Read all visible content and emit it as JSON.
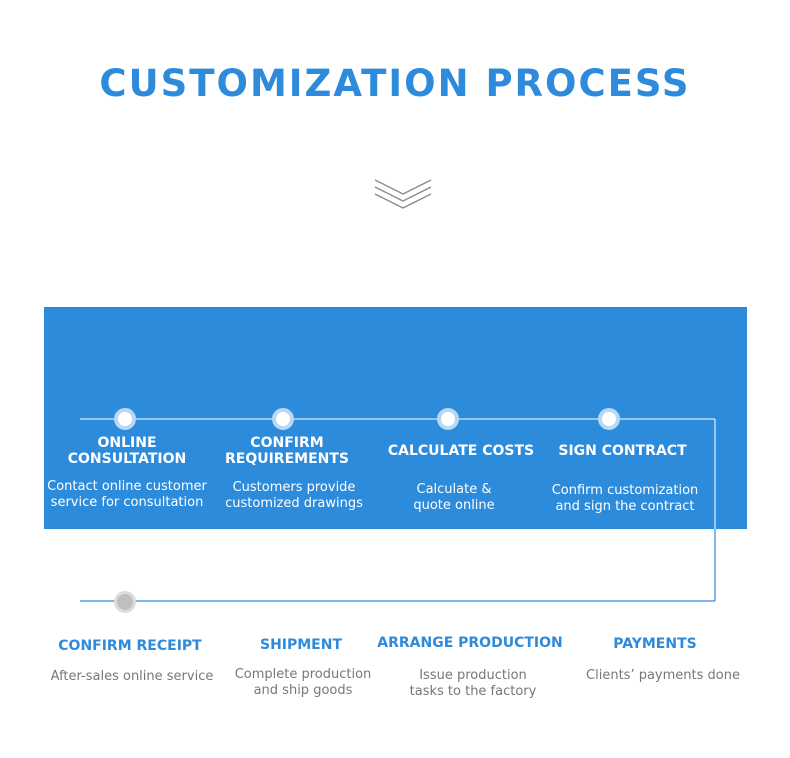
{
  "header": {
    "title": "CUSTOMIZATION PROCESS"
  },
  "colors": {
    "accent": "#2d8bdb",
    "text_muted": "#777777",
    "background": "#ffffff"
  },
  "icons": {
    "divider": "triple-chevron-down-icon"
  },
  "steps_top": [
    {
      "title_line1": "ONLINE",
      "title_line2": "CONSULTATION",
      "desc_line1": "Contact online customer",
      "desc_line2": "service for consultation"
    },
    {
      "title_line1": "CONFIRM",
      "title_line2": "REQUIREMENTS",
      "desc_line1": "Customers provide",
      "desc_line2": "customized drawings"
    },
    {
      "title_line1": "CALCULATE COSTS",
      "desc_line1": "Calculate &",
      "desc_line2": "quote online"
    },
    {
      "title_line1": "SIGN CONTRACT",
      "desc_line1": "Confirm customization",
      "desc_line2": "and sign the contract"
    }
  ],
  "steps_bottom": [
    {
      "title_line1": "CONFIRM RECEIPT",
      "desc_line1": "After-sales online service"
    },
    {
      "title_line1": "SHIPMENT",
      "desc_line1": "Complete production",
      "desc_line2": "and ship goods"
    },
    {
      "title_line1": "ARRANGE PRODUCTION",
      "desc_line1": "Issue production",
      "desc_line2": "tasks to the factory"
    },
    {
      "title_line1": "PAYMENTS",
      "desc_line1": "Clients’ payments done"
    }
  ]
}
